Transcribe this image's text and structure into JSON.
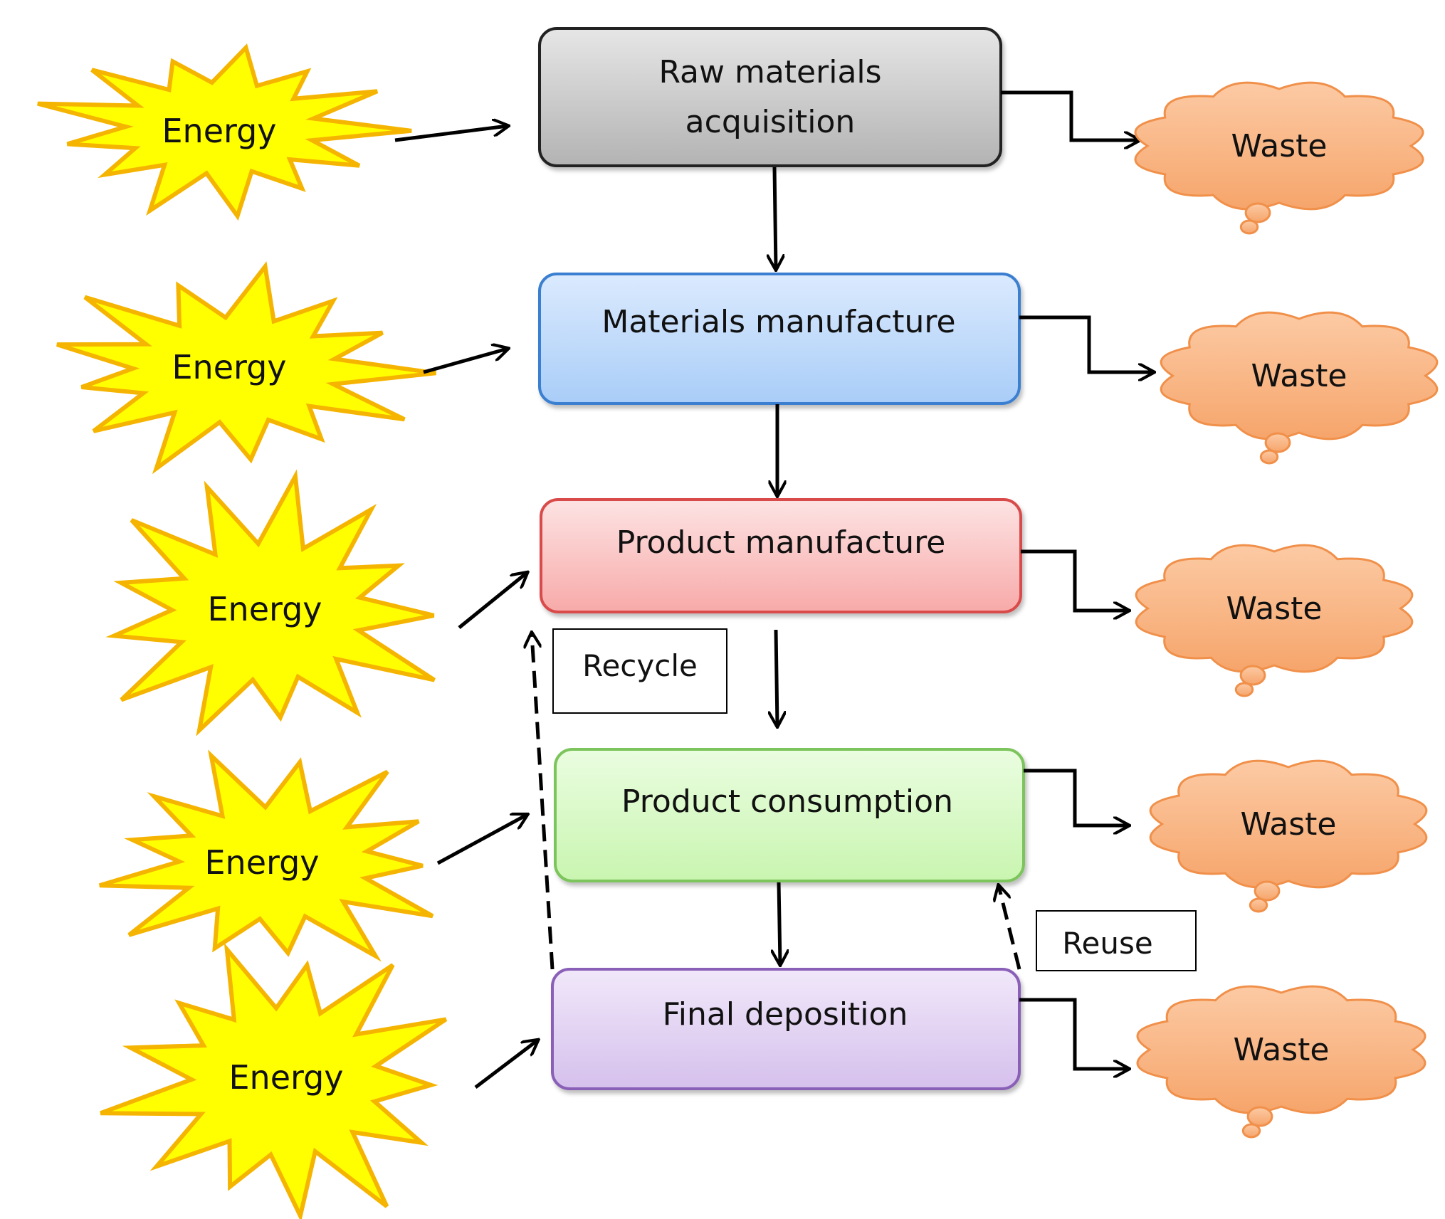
{
  "stages": [
    {
      "label_lines": [
        "Raw materials",
        "acquisition"
      ],
      "fill_top": "#e6e6e6",
      "fill_bottom": "#b3b3b3",
      "border": "#222222"
    },
    {
      "label_lines": [
        "Materials manufacture"
      ],
      "fill_top": "#dbeafe",
      "fill_bottom": "#a9cdf7",
      "border": "#3b7fd1"
    },
    {
      "label_lines": [
        "Product manufacture"
      ],
      "fill_top": "#fde3e3",
      "fill_bottom": "#f7aaa9",
      "border": "#d94b4b"
    },
    {
      "label_lines": [
        "Product consumption"
      ],
      "fill_top": "#eafde0",
      "fill_bottom": "#c9f5b0",
      "border": "#7cc45b"
    },
    {
      "label_lines": [
        "Final deposition"
      ],
      "fill_top": "#f1e8fa",
      "fill_bottom": "#d5c0ec",
      "border": "#8a5fb8"
    }
  ],
  "energy_label": "Energy",
  "waste_label": "Waste",
  "recycle_label": "Recycle",
  "reuse_label": "Reuse",
  "colors": {
    "energy_fill": "#ffff00",
    "energy_stroke": "#f5b400",
    "waste_fill": "#f9b98a",
    "waste_stroke": "#f0904a"
  }
}
